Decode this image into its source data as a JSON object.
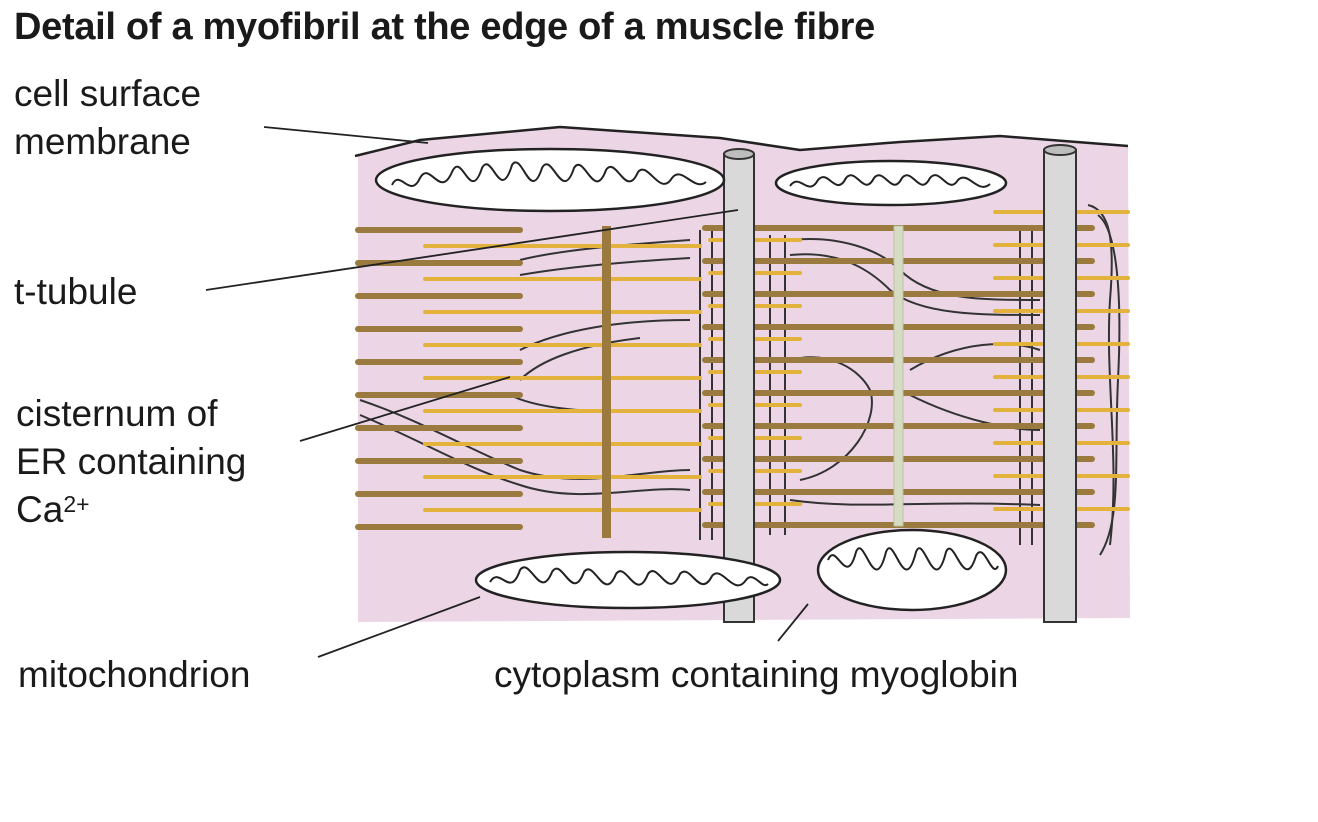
{
  "title": "Detail of a myofibril at the edge of a muscle fibre",
  "labels": {
    "cell_surface_line1": "cell surface",
    "cell_surface_line2": "membrane",
    "t_tubule": "t-tubule",
    "cisternum_line1": "cisternum of",
    "cisternum_line2": "ER containing",
    "cisternum_line3_base": "Ca",
    "cisternum_line3_sup": "2+",
    "mitochondrion": "mitochondrion",
    "cytoplasm": "cytoplasm containing myoglobin"
  },
  "colors": {
    "cytoplasm_fill": "#ecd6e6",
    "filament_gold": "#e3b23c",
    "filament_brown": "#9a7a3e",
    "outline": "#222222",
    "tubule_fill": "#d9d9d9"
  }
}
